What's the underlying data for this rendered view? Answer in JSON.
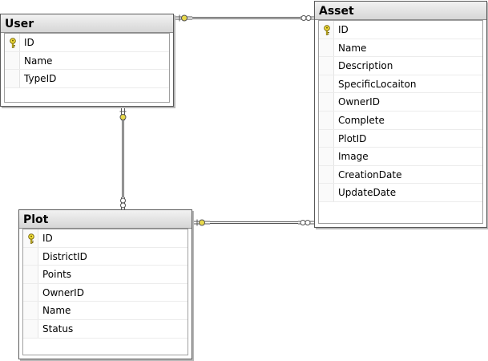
{
  "diagram": {
    "tables": [
      {
        "name": "User",
        "columns": [
          {
            "name": "ID",
            "primary_key": true
          },
          {
            "name": "Name",
            "primary_key": false
          },
          {
            "name": "TypeID",
            "primary_key": false
          }
        ]
      },
      {
        "name": "Asset",
        "columns": [
          {
            "name": "ID",
            "primary_key": true
          },
          {
            "name": "Name",
            "primary_key": false
          },
          {
            "name": "Description",
            "primary_key": false
          },
          {
            "name": "SpecificLocaiton",
            "primary_key": false
          },
          {
            "name": "OwnerID",
            "primary_key": false
          },
          {
            "name": "Complete",
            "primary_key": false
          },
          {
            "name": "PlotID",
            "primary_key": false
          },
          {
            "name": "Image",
            "primary_key": false
          },
          {
            "name": "CreationDate",
            "primary_key": false
          },
          {
            "name": "UpdateDate",
            "primary_key": false
          }
        ]
      },
      {
        "name": "Plot",
        "columns": [
          {
            "name": "ID",
            "primary_key": true
          },
          {
            "name": "DistrictID",
            "primary_key": false
          },
          {
            "name": "Points",
            "primary_key": false
          },
          {
            "name": "OwnerID",
            "primary_key": false
          },
          {
            "name": "Name",
            "primary_key": false
          },
          {
            "name": "Status",
            "primary_key": false
          }
        ]
      }
    ],
    "relationships": [
      {
        "name": "user-asset",
        "one": "User",
        "many": "Asset"
      },
      {
        "name": "user-plot",
        "one": "User",
        "many": "Plot"
      },
      {
        "name": "plot-asset",
        "one": "Plot",
        "many": "Asset"
      }
    ],
    "colors": {
      "key_icon": "#f2df3a",
      "connector": "#555555",
      "one_end": "#e8d84a"
    }
  }
}
